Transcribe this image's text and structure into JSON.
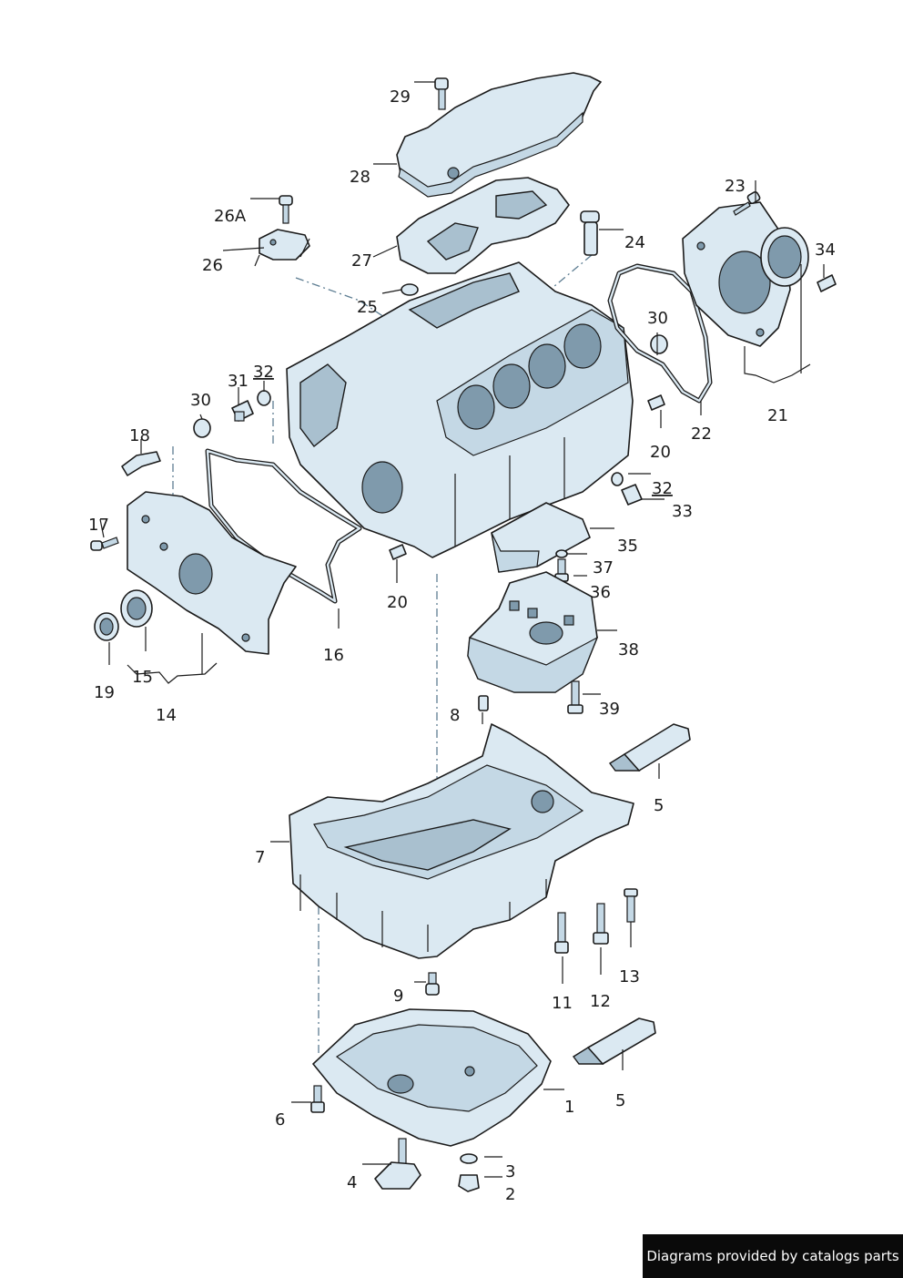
{
  "labels": {
    "p1": "1",
    "p2": "2",
    "p3": "3",
    "p4": "4",
    "p5a": "5",
    "p5b": "5",
    "p6": "6",
    "p7": "7",
    "p8": "8",
    "p9": "9",
    "p11": "11",
    "p12": "12",
    "p13": "13",
    "p14": "14",
    "p15": "15",
    "p16": "16",
    "p17": "17",
    "p18": "18",
    "p19": "19",
    "p20a": "20",
    "p20b": "20",
    "p21": "21",
    "p22": "22",
    "p23": "23",
    "p24": "24",
    "p25": "25",
    "p26": "26",
    "p26a": "26A",
    "p27": "27",
    "p28": "28",
    "p29": "29",
    "p30a": "30",
    "p30b": "30",
    "p31": "31",
    "p32a": "32",
    "p32b": "32",
    "p33": "33",
    "p34": "34",
    "p35": "35",
    "p36": "36",
    "p37": "37",
    "p38": "38",
    "p39": "39"
  },
  "footer": {
    "text": "Diagrams provided by catalogs parts"
  },
  "colors": {
    "part_fill": "#dbe9f2",
    "outline": "#1b1b1b",
    "footer_bg": "#0a0a0a"
  }
}
